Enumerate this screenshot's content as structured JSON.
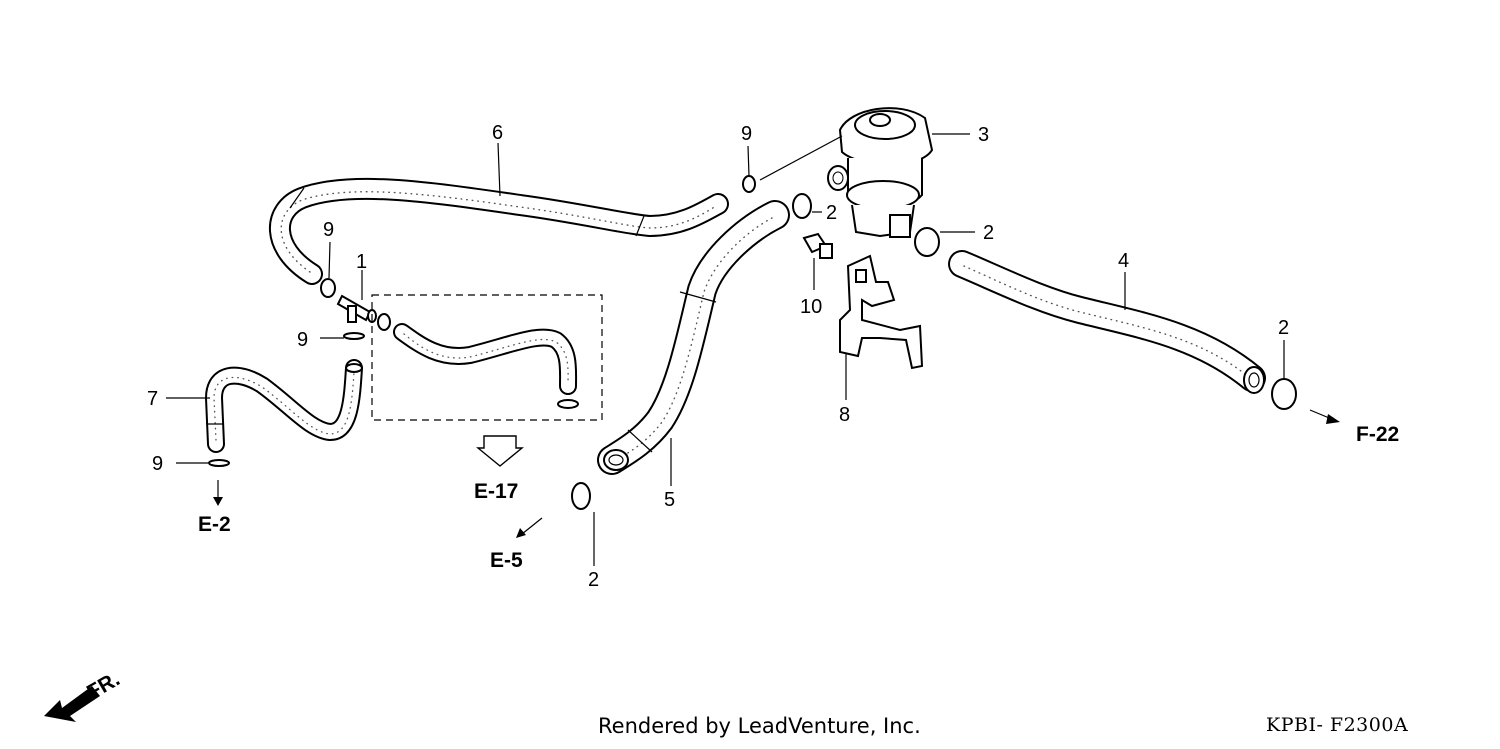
{
  "callouts": {
    "p1": "1",
    "p2a": "2",
    "p2b": "2",
    "p2c": "2",
    "p2d": "2",
    "p3": "3",
    "p4": "4",
    "p5": "5",
    "p6": "6",
    "p7": "7",
    "p8": "8",
    "p9a": "9",
    "p9b": "9",
    "p9c": "9",
    "p9d": "9",
    "p10": "10"
  },
  "references": {
    "e17": "E-17",
    "e5": "E-5",
    "e2": "E-2",
    "f22": "F-22",
    "fr": "FR."
  },
  "footer": {
    "rendered_by": "Rendered by LeadVenture, Inc.",
    "code": "KPBI- F2300A"
  }
}
